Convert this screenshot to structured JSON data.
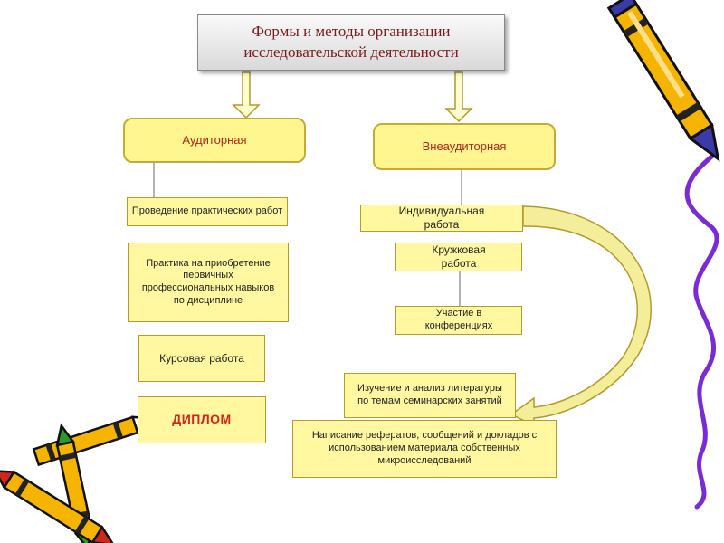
{
  "title": {
    "line1": "Формы и методы организации",
    "line2": "исследовательской деятельности"
  },
  "branches": {
    "auditorial": {
      "label": "Аудиторная",
      "items": [
        "Проведение практических работ",
        "Практика на приобретение первичных профессиональных навыков по дисциплине",
        "Курсовая работа",
        "ДИПЛОМ"
      ]
    },
    "extra_auditorial": {
      "label": "Внеаудиторная",
      "items": [
        "Индивидуальная работа",
        "Кружковая работа",
        "Участие в конференциях"
      ]
    }
  },
  "outcomes": [
    "Изучение и анализ литературы по темам семинарских занятий",
    "Написание рефератов, сообщений и докладов с использованием материала собственных микроисследований"
  ],
  "colors": {
    "box_fill": "#fff68f",
    "box_border": "#c7a93a",
    "title_text": "#7a1a1a",
    "accent_red": "#d0261c",
    "squiggle": "#7b2bd6"
  },
  "icons": [
    "crayon-icon",
    "squiggle-line-icon"
  ]
}
